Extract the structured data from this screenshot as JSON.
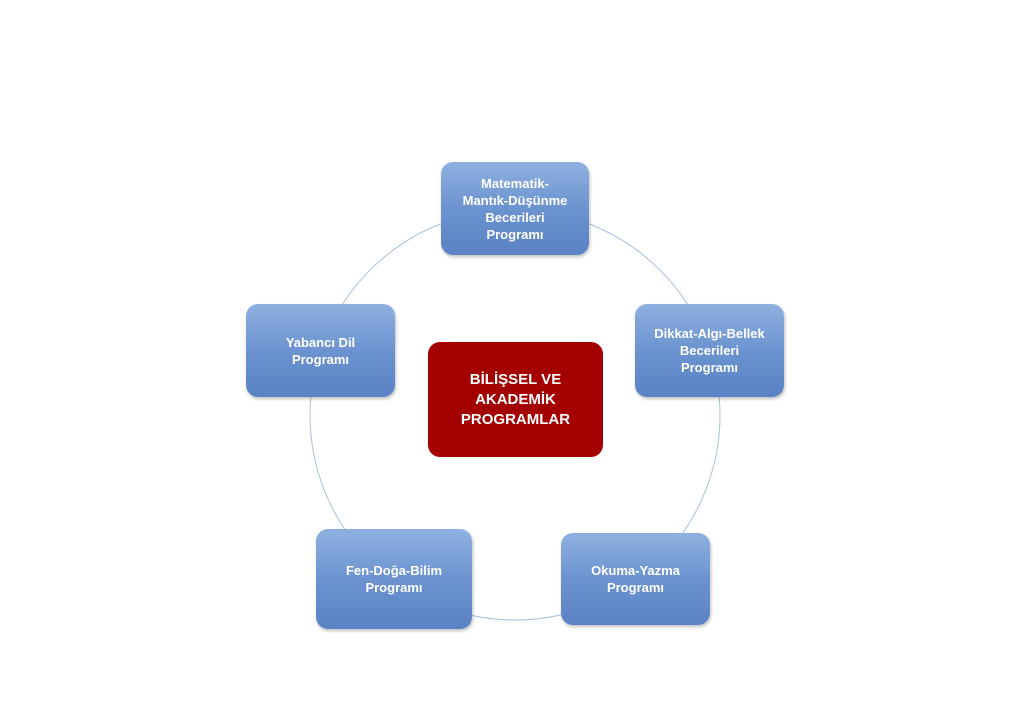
{
  "center": {
    "label": "BİLİŞSEL VE\nAKADEMİK\nPROGRAMLAR"
  },
  "nodes": [
    {
      "label": "Matematik-\nMantık-Düşünme\nBecerileri\nProgramı"
    },
    {
      "label": "Dikkat-Algı-Bellek\nBecerileri\nProgramı"
    },
    {
      "label": "Okuma-Yazma\nProgramı"
    },
    {
      "label": "Fen-Doğa-Bilim\nProgramı"
    },
    {
      "label": "Yabancı Dil\nProgramı"
    }
  ],
  "colors": {
    "node": "#6c93d0",
    "center": "#a50000",
    "ring": "#9fb8d8"
  }
}
